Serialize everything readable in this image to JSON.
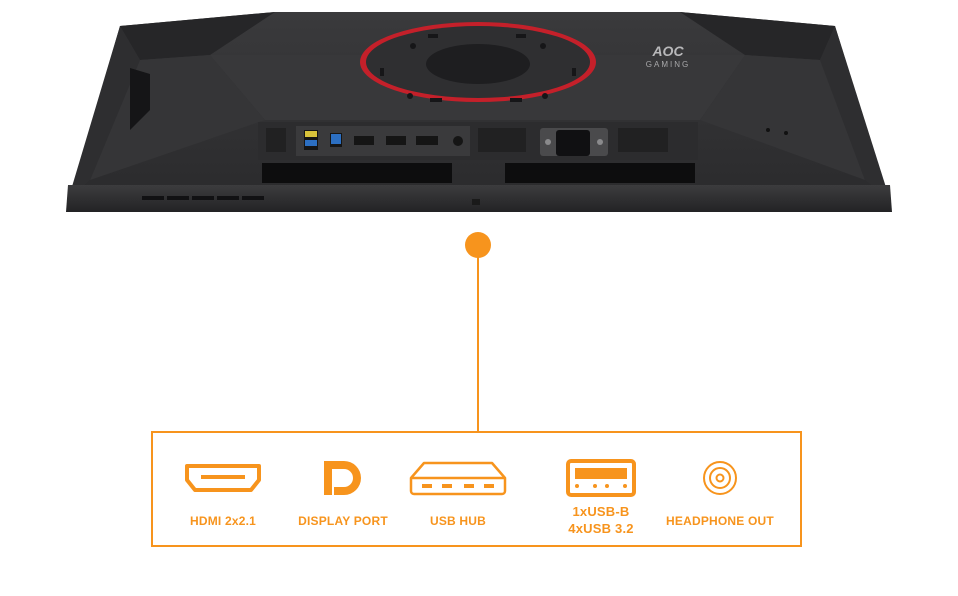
{
  "product": {
    "brand_logo": "AOC",
    "brand_sub": "GAMING",
    "view": "monitor-rear-bottom"
  },
  "callout": {
    "accent_color": "#f7941d"
  },
  "ports": [
    {
      "icon": "hdmi-icon",
      "label": "HDMI 2x2.1"
    },
    {
      "icon": "displayport-icon",
      "label": "DISPLAY PORT"
    },
    {
      "icon": "usb-hub-icon",
      "label": "USB HUB"
    },
    {
      "icon": "usb-port-icon",
      "label_lines": [
        "1xUSB-B",
        "4xUSB 3.2"
      ]
    },
    {
      "icon": "headphone-jack-icon",
      "label": "HEADPHONE OUT"
    }
  ]
}
